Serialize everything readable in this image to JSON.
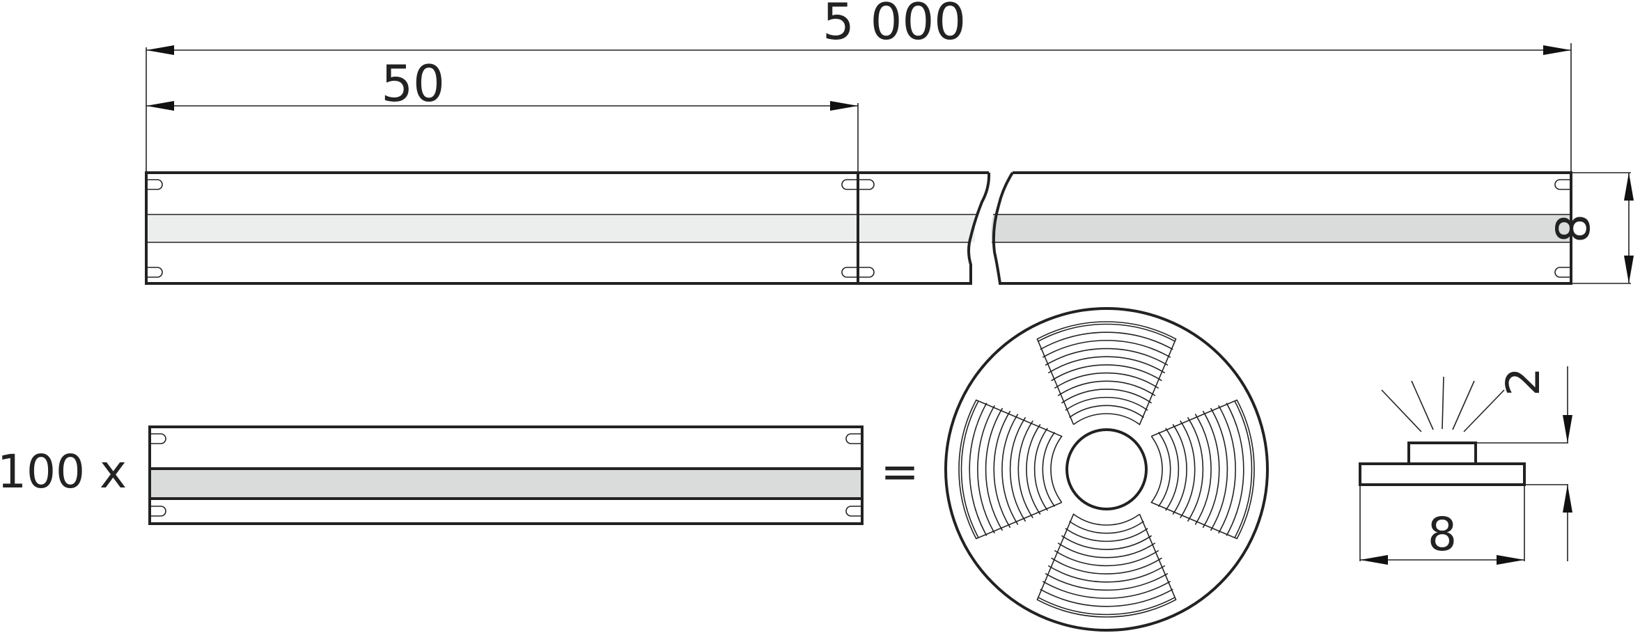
{
  "dimensions": {
    "total_length": "5 000",
    "segment_length": "50",
    "strip_width": "8",
    "profile_height": "2",
    "profile_width": "8"
  },
  "quantity": {
    "label": "100 x",
    "equals": "="
  },
  "colors": {
    "line": "#222222",
    "band_light": "#eceeed",
    "band_dark": "#d9dcdb"
  },
  "reel": {
    "arcs_per_sector": 11
  }
}
